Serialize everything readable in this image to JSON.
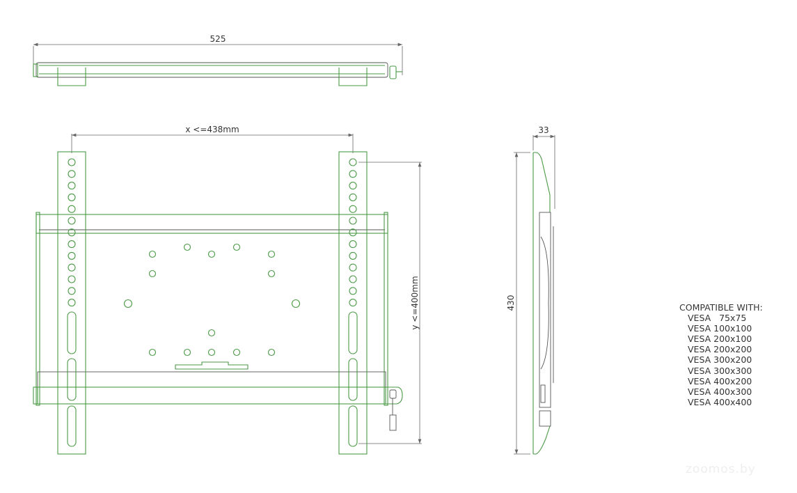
{
  "dimensions": {
    "overall_width": "525",
    "x_spacing": "x <=438mm",
    "y_spacing": "y <=400mm",
    "depth": "33",
    "height": "430"
  },
  "compatibility": {
    "title": "COMPATIBLE WITH:",
    "items": [
      "VESA   75x75",
      "VESA 100x100",
      "VESA 200x100",
      "VESA 200x200",
      "VESA 300x200",
      "VESA 300x300",
      "VESA 400x200",
      "VESA 400x300",
      "VESA 400x400"
    ]
  },
  "watermark": "zoomos.by",
  "colors": {
    "line": "#4a9a45",
    "dimension": "#666666"
  }
}
